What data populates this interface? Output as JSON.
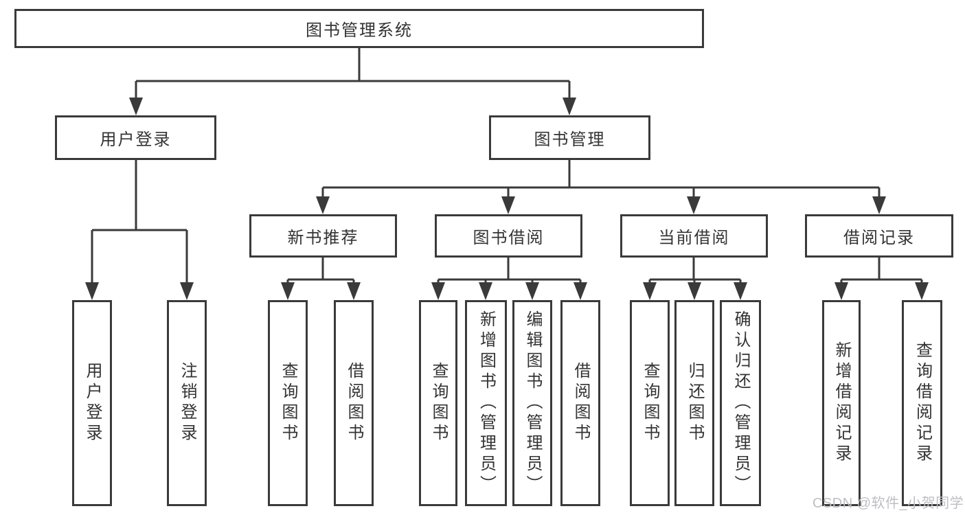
{
  "diagram_title": "图书管理系统",
  "nodes": {
    "root": "图书管理系统",
    "user_login": "用户登录",
    "book_mgmt": "图书管理",
    "new_book_rec": "新书推荐",
    "book_borrow": "图书借阅",
    "current_borrow": "当前借阅",
    "borrow_records": "借阅记录",
    "ul_user_login": "用户登录",
    "ul_logout": "注销登录",
    "nbr_query_books": "查询图书",
    "nbr_borrow_books": "借阅图书",
    "bb_query_books": "查询图书",
    "bb_add_books": "新增图书（管理员）",
    "bb_edit_books": "编辑图书（管理员）",
    "bb_borrow_books": "借阅图书",
    "cb_query_books": "查询图书",
    "cb_return_books": "归还图书",
    "cb_confirm_return": "确认归还（管理员）",
    "br_add_record": "新增借阅记录",
    "br_query_record": "查询借阅记录"
  },
  "hierarchy": {
    "图书管理系统": {
      "用户登录": [
        "用户登录",
        "注销登录"
      ],
      "图书管理": {
        "新书推荐": [
          "查询图书",
          "借阅图书"
        ],
        "图书借阅": [
          "查询图书",
          "新增图书（管理员）",
          "编辑图书（管理员）",
          "借阅图书"
        ],
        "当前借阅": [
          "查询图书",
          "归还图书",
          "确认归还（管理员）"
        ],
        "借阅记录": [
          "新增借阅记录",
          "查询借阅记录"
        ]
      }
    }
  },
  "watermark": "CSDN @软件_小贺同学",
  "colors": {
    "line": "#3a3a3a",
    "box_border": "#3a3a3a",
    "text": "#333333",
    "watermark": "#bfbdc2",
    "background": "#ffffff"
  }
}
